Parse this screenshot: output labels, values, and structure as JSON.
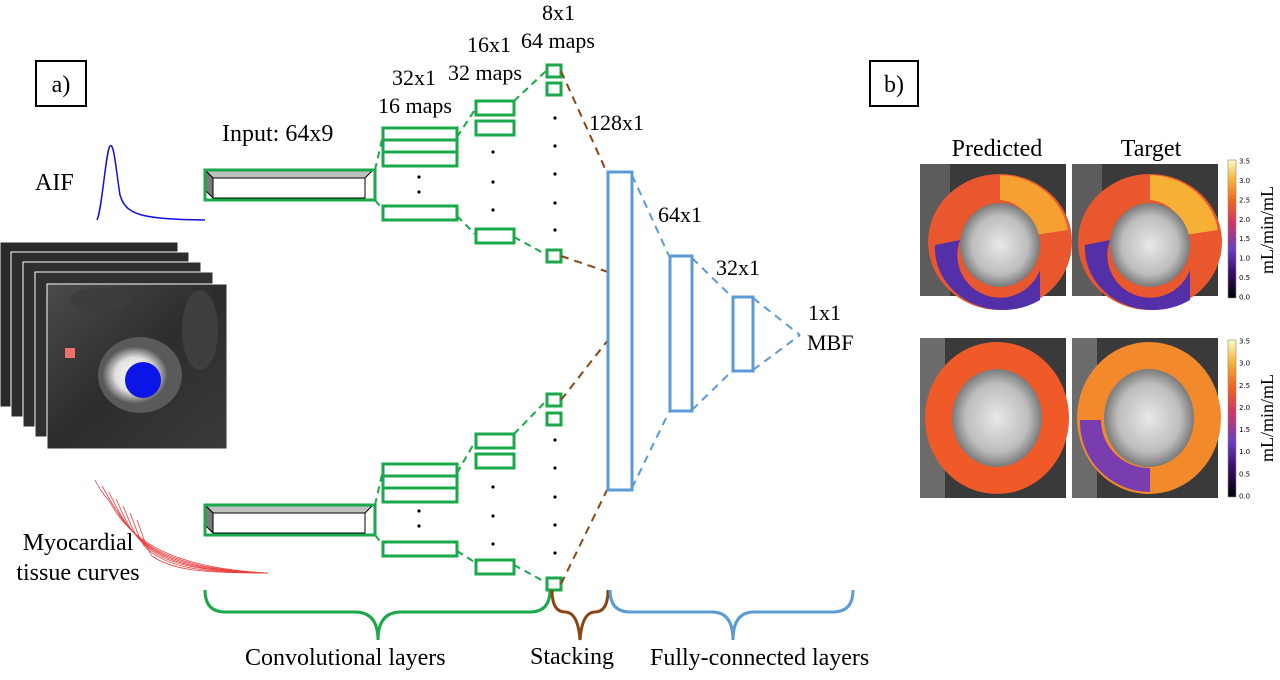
{
  "panels": {
    "a": "a)",
    "b": "b)"
  },
  "inputs": {
    "aif_label": "AIF",
    "tissue_label_line1": "Myocardial",
    "tissue_label_line2": "tissue curves",
    "input_label": "Input: 64x9"
  },
  "conv_labels": {
    "l1_size": "32x1",
    "l1_maps": "16 maps",
    "l2_size": "16x1",
    "l2_maps": "32 maps",
    "l3_size": "8x1",
    "l3_maps": "64 maps"
  },
  "fc_labels": {
    "fc1": "128x1",
    "fc2": "64x1",
    "fc3": "32x1",
    "out_size": "1x1",
    "out_name": "MBF"
  },
  "sections": {
    "conv": "Convolutional  layers",
    "stacking": "Stacking",
    "fc": "Fully-connected  layers"
  },
  "maps": {
    "predicted": "Predicted",
    "target": "Target",
    "colorbar_unit": "mL/min/mL",
    "colorbar_ticks": [
      "3.5",
      "3.0",
      "2.5",
      "2.0",
      "1.5",
      "1.0",
      "0.5",
      "0.0"
    ]
  },
  "colors": {
    "conv": "#1aa84a",
    "stacking": "#8b4513",
    "fc": "#5b9bd5",
    "aif_curve": "#1010e0",
    "tissue_curve": "#e84040",
    "roi_dot": "#0b16e6",
    "roi_square": "#f07070"
  }
}
